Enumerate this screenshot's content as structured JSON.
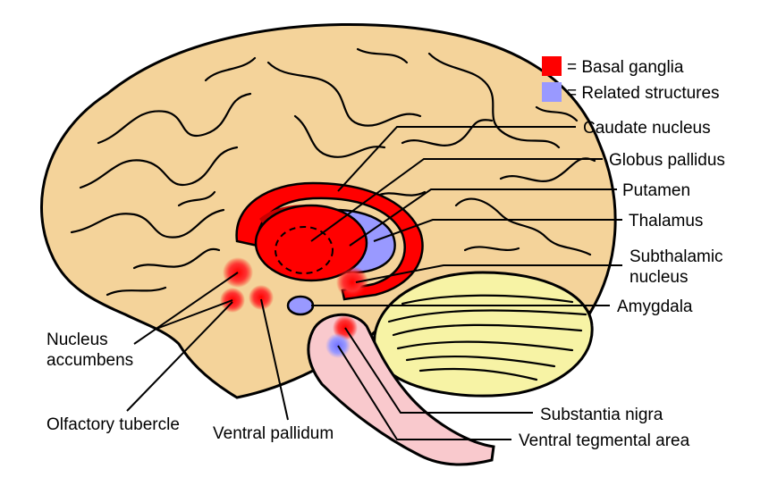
{
  "legend": {
    "basal": {
      "label": "= Basal ganglia",
      "color": "#ff0000"
    },
    "related": {
      "label": "= Related structures",
      "color": "#9999ff"
    }
  },
  "labels": {
    "caudate": "Caudate nucleus",
    "globus": "Globus pallidus",
    "putamen": "Putamen",
    "thalamus": "Thalamus",
    "subthalamic_1": "Subthalamic",
    "subthalamic_2": "nucleus",
    "amygdala": "Amygdala",
    "accumbens_1": "Nucleus",
    "accumbens_2": "accumbens",
    "olfactory": "Olfactory tubercle",
    "ventral_pallidum": "Ventral pallidum",
    "nigra": "Substantia nigra",
    "vta": "Ventral tegmental area"
  },
  "colors": {
    "cortex": "#f4d39a",
    "cerebellum": "#f7f3a5",
    "brainstem": "#f9c9cd",
    "basal": "#ff0000",
    "basal_dark": "#c80000",
    "related": "#9999ff"
  }
}
